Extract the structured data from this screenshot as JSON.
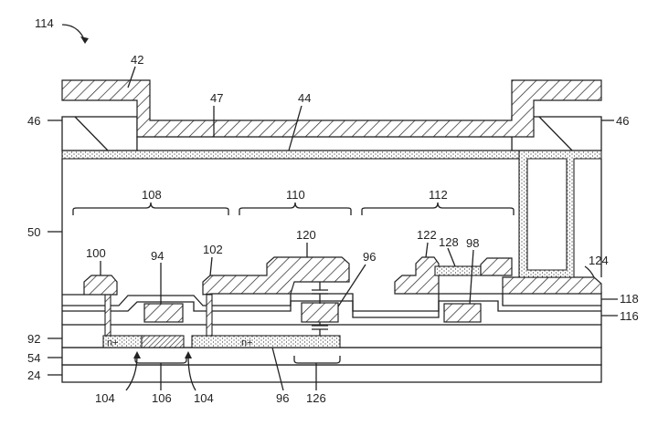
{
  "figure_label": "114",
  "labels": {
    "l42": "42",
    "l47": "47",
    "l44": "44",
    "l46_left": "46",
    "l46_right": "46",
    "l50": "50",
    "l108": "108",
    "l110": "110",
    "l112": "112",
    "l100": "100",
    "l94": "94",
    "l102": "102",
    "l120": "120",
    "l96_top": "96",
    "l122": "122",
    "l128": "128",
    "l98": "98",
    "l124": "124",
    "l118": "118",
    "l116": "116",
    "l92": "92",
    "l54": "54",
    "l24": "24",
    "l104_left": "104",
    "l106": "106",
    "l104_right": "104",
    "l96_bottom": "96",
    "l126": "126",
    "np_left": "n+",
    "np_right": "n+"
  }
}
